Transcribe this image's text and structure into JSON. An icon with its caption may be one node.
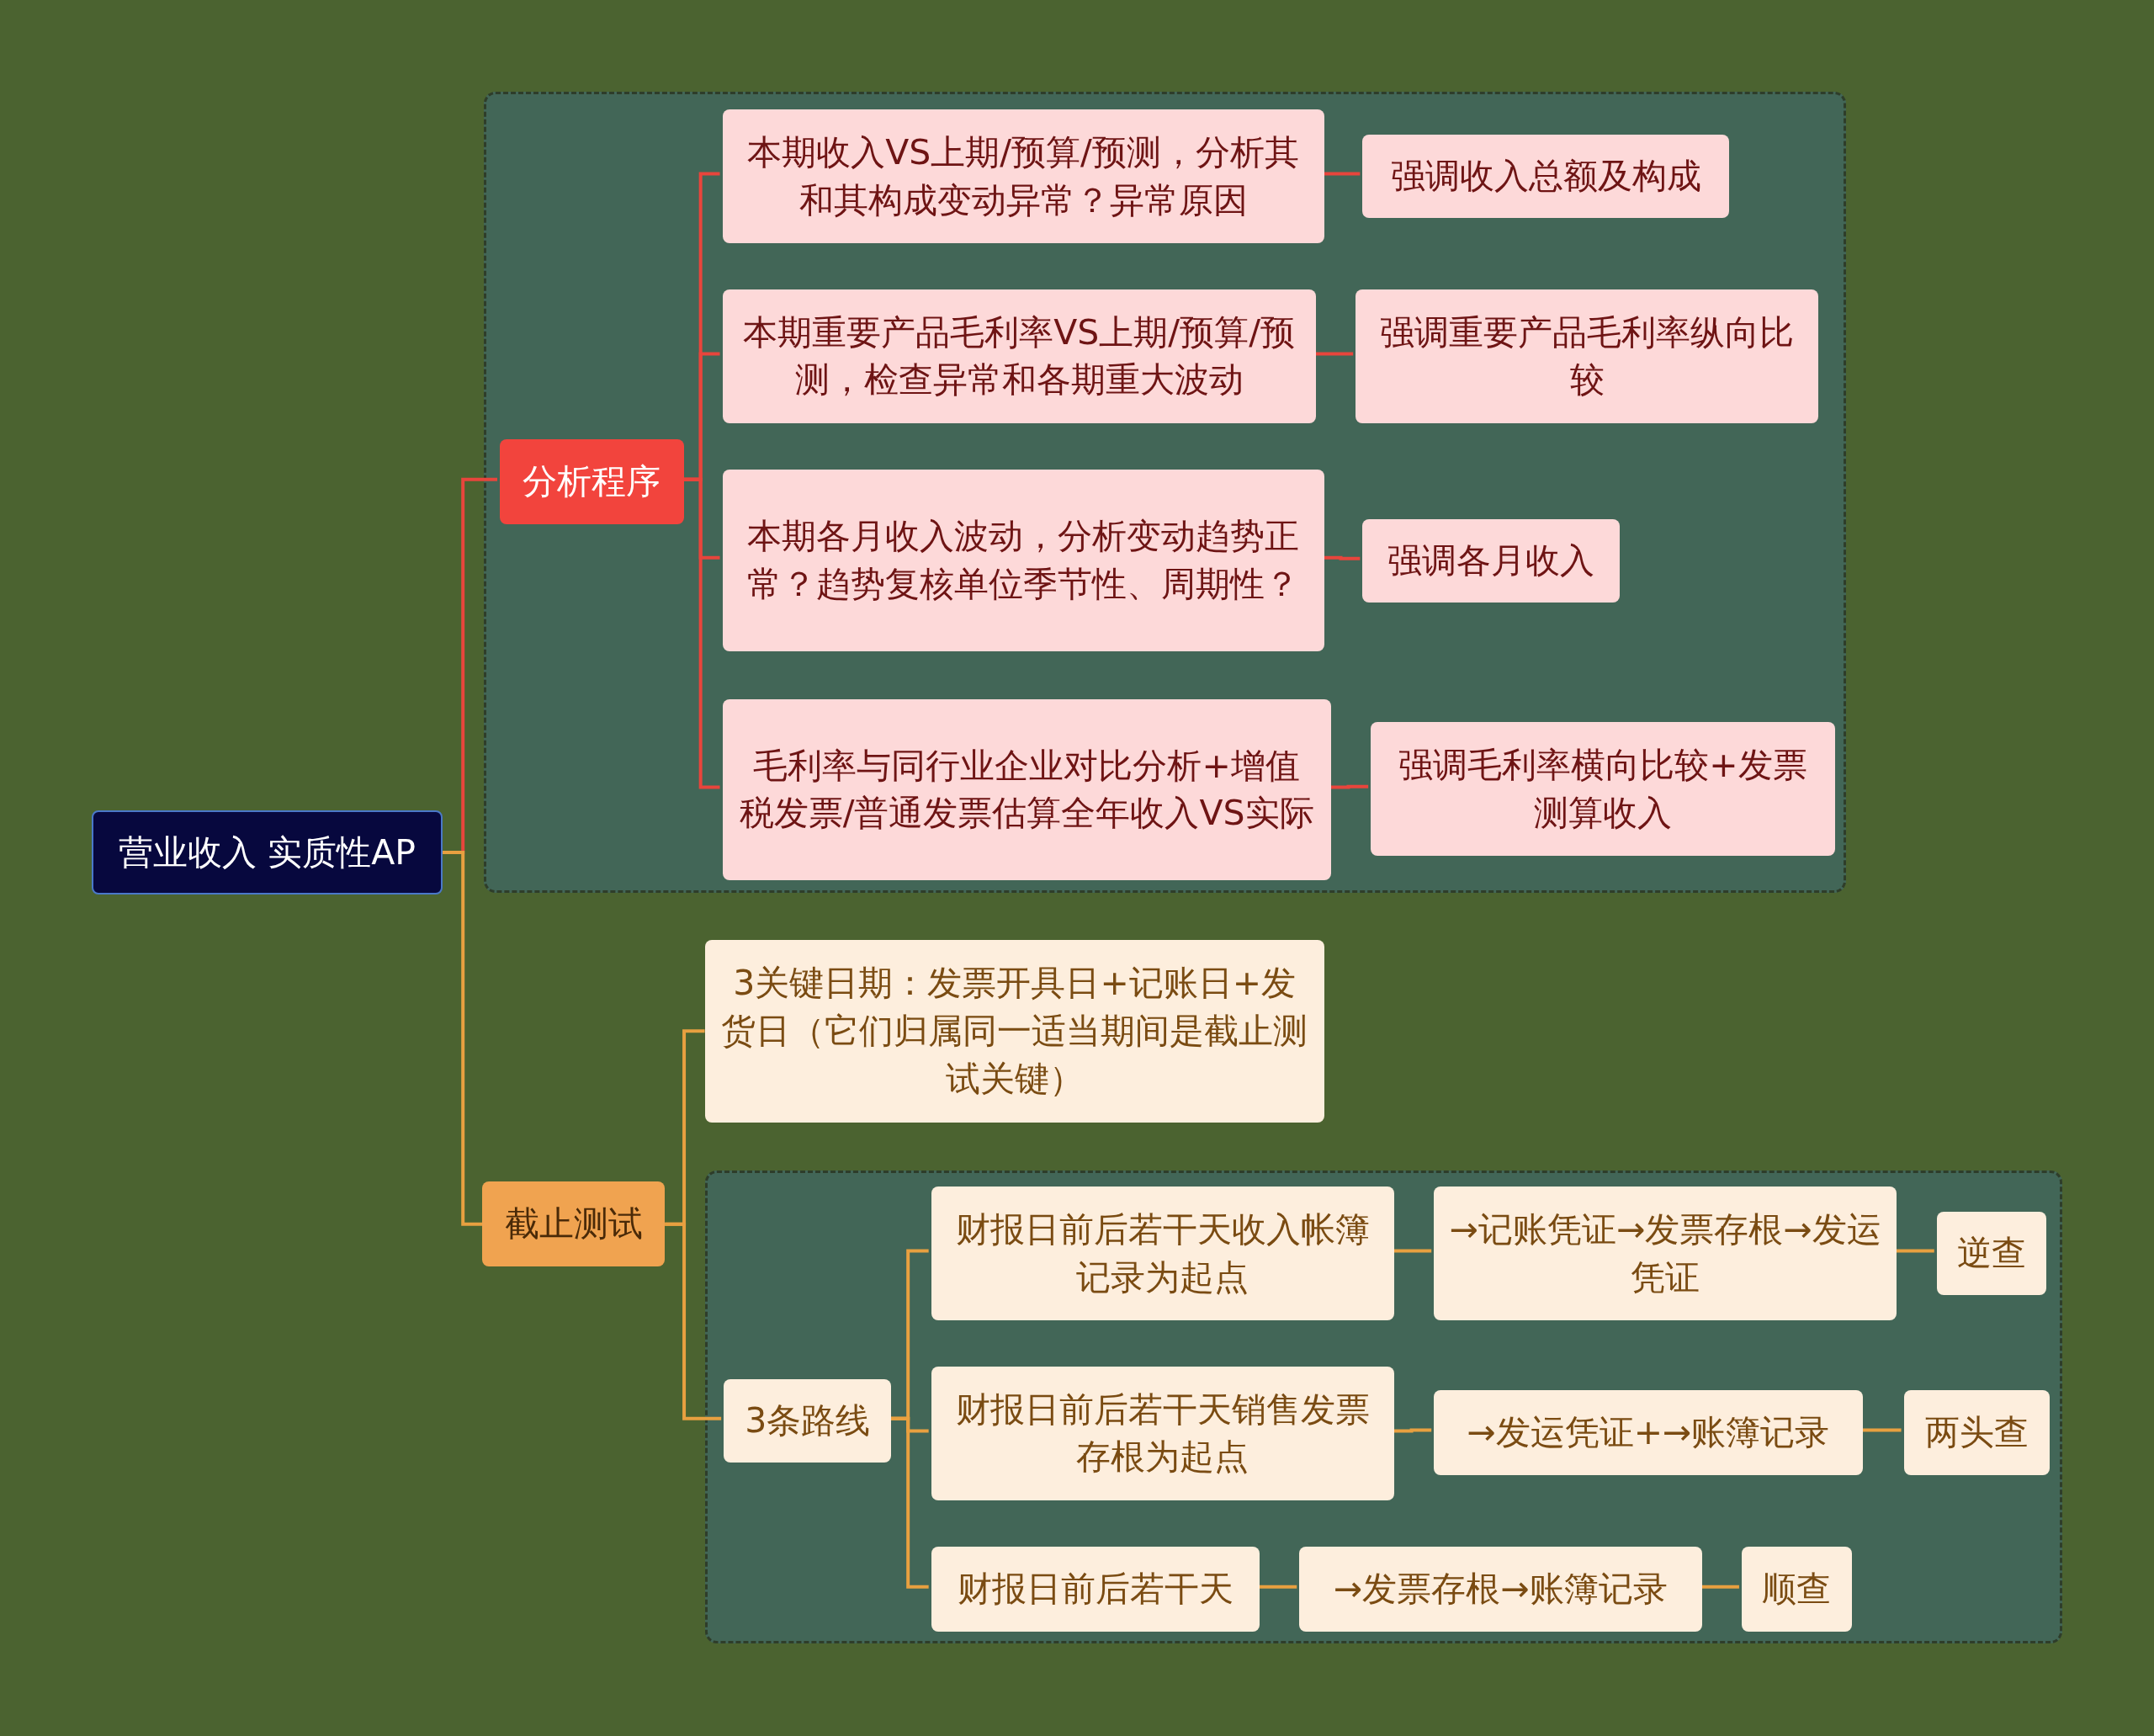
{
  "diagram": {
    "nodes": [
      {
        "text": [
          "营业收入 实质性AP"
        ]
      },
      {
        "text": [],
        "shape": "box"
      },
      {
        "text": [
          "分析程序"
        ],
        "in": 1
      },
      {
        "text": [
          "本期收入VS上期/预算/预测，分析其和其构成变动异常？异常原因"
        ],
        "in": 1
      },
      {
        "text": [
          "强调收入总额及构成"
        ],
        "in": 1
      },
      {
        "text": [
          "本期重要产品毛利率VS上期/预算/预测，检查异常和各期重大波动"
        ],
        "in": 1
      },
      {
        "text": [
          "强调重要产品毛利率纵向比较"
        ],
        "in": 1
      },
      {
        "text": [
          "本期各月收入波动，分析变动趋势正常？趋势复核单位季节性、周期性？"
        ],
        "in": 1
      },
      {
        "text": [
          "强调各月收入"
        ],
        "in": 1
      },
      {
        "text": [
          "毛利率与同行业企业对比分析+增值税发票/普通发票估算全年收入VS实际"
        ],
        "in": 1
      },
      {
        "text": [
          "强调毛利率横向比较+发票测算收入"
        ],
        "in": 1
      },
      {
        "text": [
          "截止测试"
        ]
      },
      {
        "text": [
          "3关键日期：发票开具日+记账日+发货日（它们归属同一适当期间是截止测试关键）"
        ]
      },
      {
        "text": [],
        "shape": "box"
      },
      {
        "text": [
          "3条路线"
        ],
        "in": 13
      },
      {
        "text": [
          "财报日前后若干天收入帐簿记录为起点"
        ],
        "in": 13
      },
      {
        "text": [
          "→记账凭证→发票存根→发运凭证"
        ],
        "in": 13
      },
      {
        "text": [
          "逆查"
        ],
        "in": 13
      },
      {
        "text": [
          "财报日前后若干天销售发票存根为起点"
        ],
        "in": 13
      },
      {
        "text": [
          "→发运凭证+→账簿记录"
        ],
        "in": 13
      },
      {
        "text": [
          "两头查"
        ],
        "in": 13
      },
      {
        "text": [
          "财报日前后若干天"
        ],
        "in": 13
      },
      {
        "text": [
          "→发票存根→账簿记录"
        ],
        "in": 13
      },
      {
        "text": [
          "顺查"
        ],
        "in": 13
      }
    ],
    "edges": [
      {
        "from": 0,
        "to": 2,
        "arrow": "none",
        "color": "#e8453c"
      },
      {
        "from": 0,
        "to": 11,
        "arrow": "none"
      },
      {
        "from": 2,
        "to": 3,
        "arrow": "none",
        "color": "#e8453c"
      },
      {
        "from": 2,
        "to": 5,
        "arrow": "none",
        "color": "#e8453c"
      },
      {
        "from": 2,
        "to": 7,
        "arrow": "none",
        "color": "#e8453c"
      },
      {
        "from": 2,
        "to": 9,
        "arrow": "none",
        "color": "#e8453c"
      },
      {
        "from": 3,
        "to": 4,
        "arrow": "none",
        "color": "#e8453c"
      },
      {
        "from": 5,
        "to": 6,
        "arrow": "none",
        "color": "#e8453c"
      },
      {
        "from": 7,
        "to": 8,
        "arrow": "none",
        "color": "#e8453c"
      },
      {
        "from": 9,
        "to": 10,
        "arrow": "none",
        "color": "#e8453c"
      },
      {
        "from": 11,
        "to": 12,
        "arrow": "none"
      },
      {
        "from": 11,
        "to": 14,
        "arrow": "none"
      },
      {
        "from": 14,
        "to": 15,
        "arrow": "none"
      },
      {
        "from": 14,
        "to": 18,
        "arrow": "none"
      },
      {
        "from": 14,
        "to": 21,
        "arrow": "none"
      },
      {
        "from": 15,
        "to": 16,
        "arrow": "none"
      },
      {
        "from": 16,
        "to": 17,
        "arrow": "none"
      },
      {
        "from": 18,
        "to": 19,
        "arrow": "none"
      },
      {
        "from": 19,
        "to": 20,
        "arrow": "none"
      },
      {
        "from": 21,
        "to": 22,
        "arrow": "none"
      },
      {
        "from": 22,
        "to": 23,
        "arrow": "none"
      }
    ]
  }
}
